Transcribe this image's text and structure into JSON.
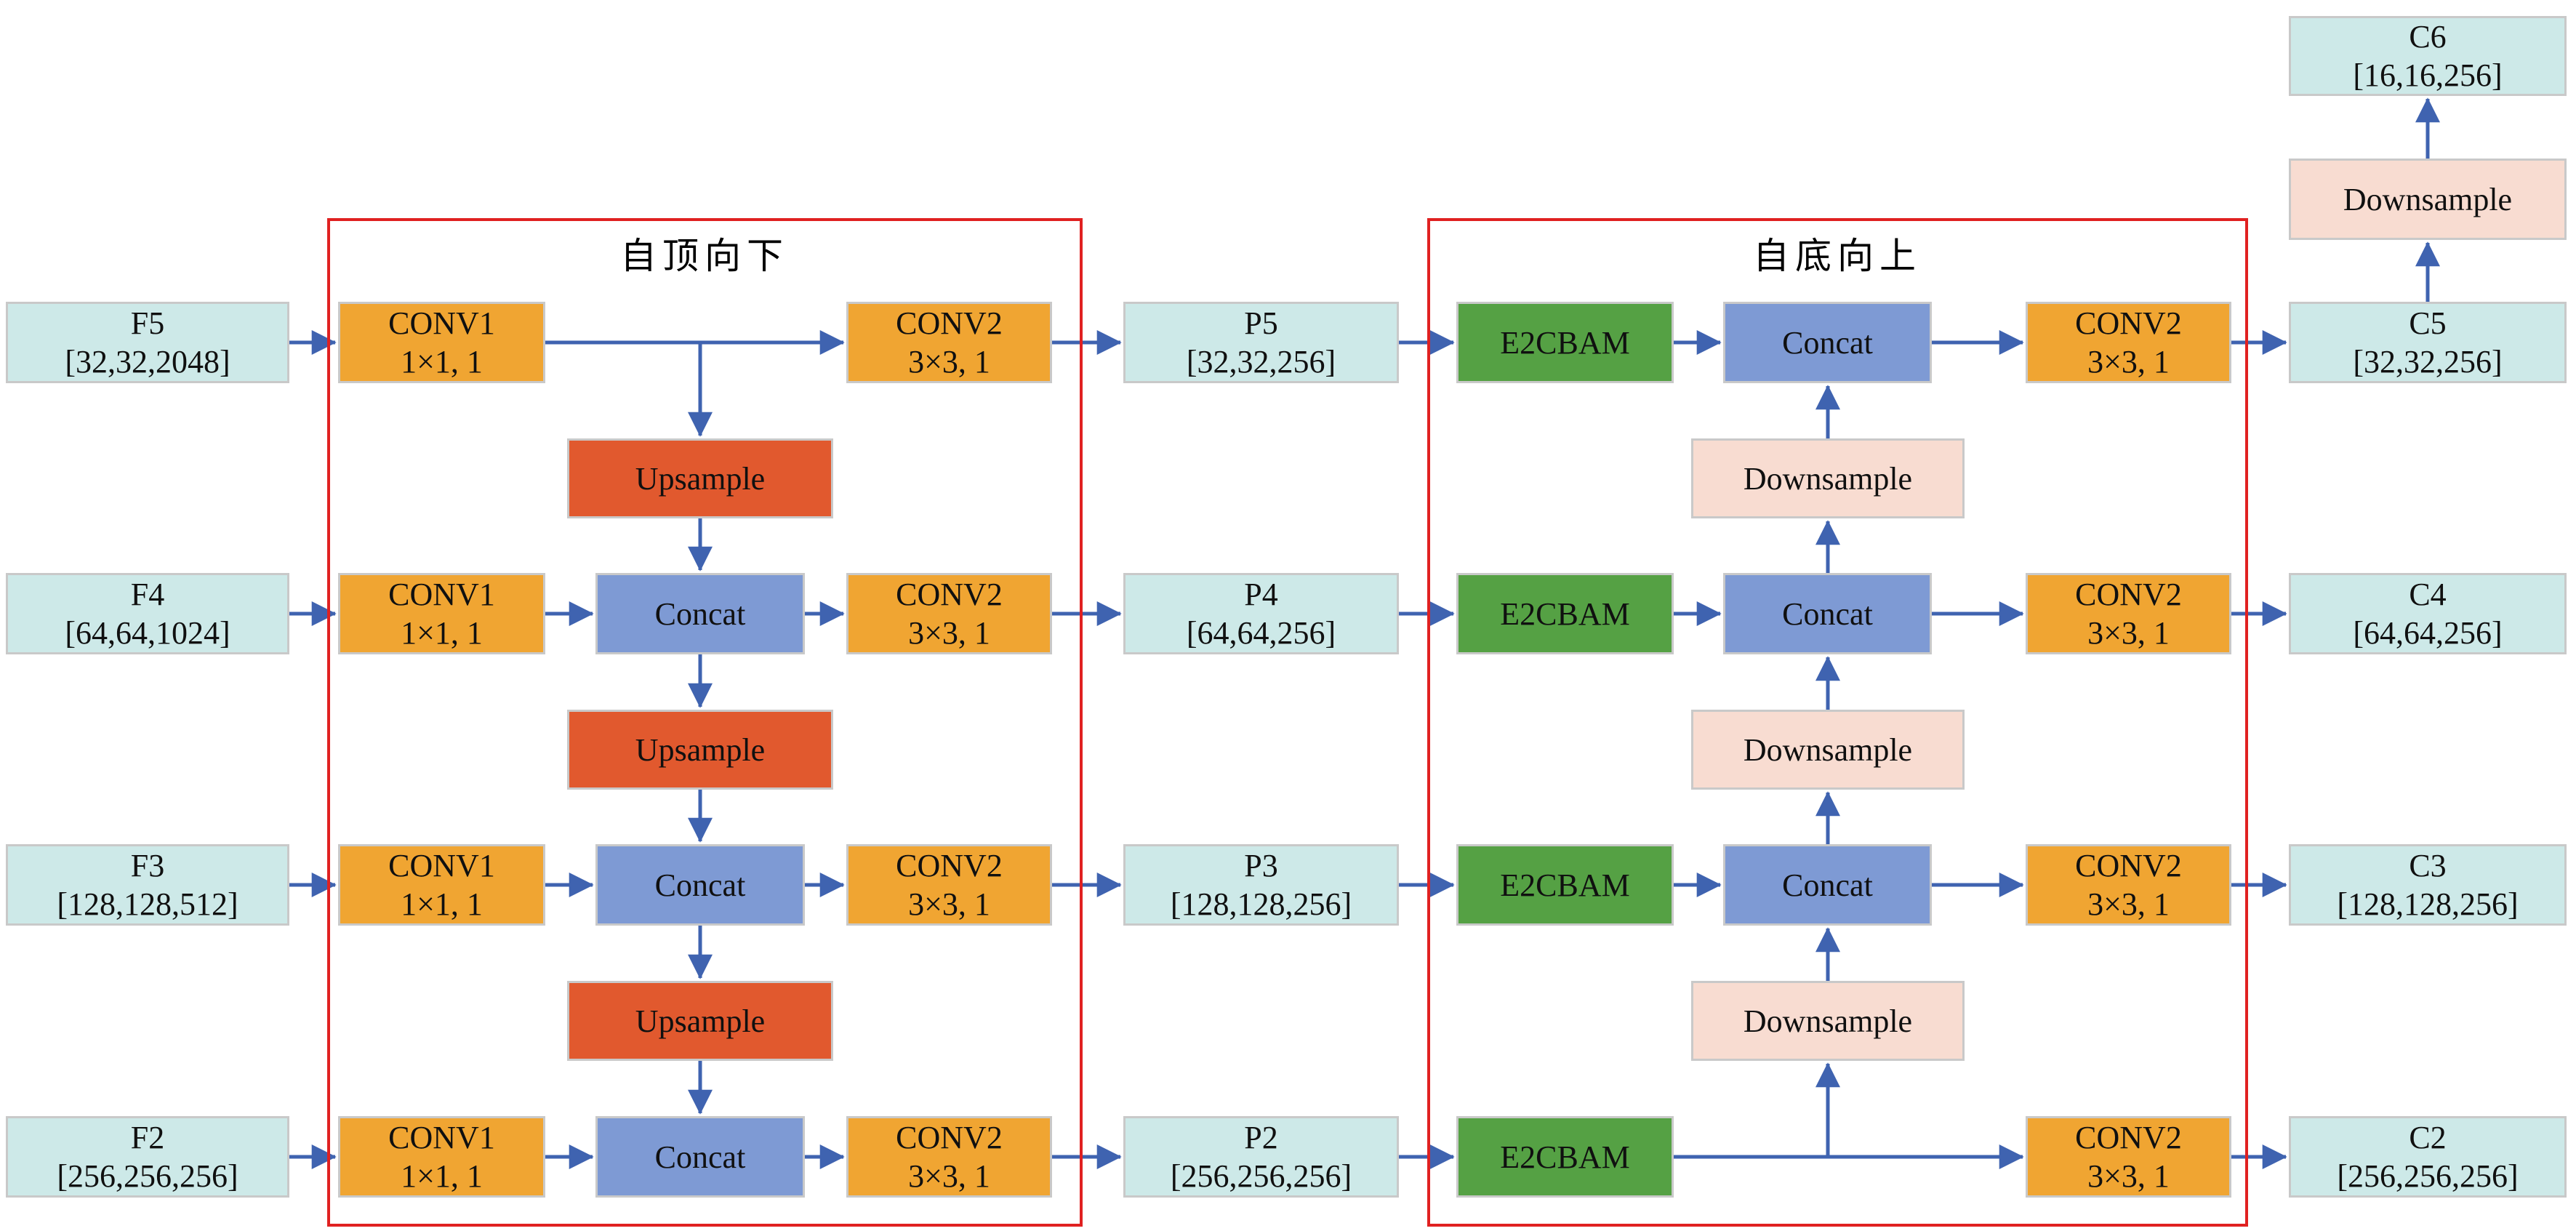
{
  "titles": {
    "left": "自顶向下",
    "right": "自底向上"
  },
  "labels": {
    "conv1_line1": "CONV1",
    "conv1_line2": "1×1, 1",
    "conv2_line1": "CONV2",
    "conv2_line2": "3×3, 1",
    "upsample": "Upsample",
    "downsample": "Downsample",
    "concat": "Concat",
    "e2cbam": "E2CBAM"
  },
  "features": {
    "f5": {
      "name": "F5",
      "shape": "[32,32,2048]"
    },
    "f4": {
      "name": "F4",
      "shape": "[64,64,1024]"
    },
    "f3": {
      "name": "F3",
      "shape": "[128,128,512]"
    },
    "f2": {
      "name": "F2",
      "shape": "[256,256,256]"
    },
    "p5": {
      "name": "P5",
      "shape": "[32,32,256]"
    },
    "p4": {
      "name": "P4",
      "shape": "[64,64,256]"
    },
    "p3": {
      "name": "P3",
      "shape": "[128,128,256]"
    },
    "p2": {
      "name": "P2",
      "shape": "[256,256,256]"
    },
    "c6": {
      "name": "C6",
      "shape": "[16,16,256]"
    },
    "c5": {
      "name": "C5",
      "shape": "[32,32,256]"
    },
    "c4": {
      "name": "C4",
      "shape": "[64,64,256]"
    },
    "c3": {
      "name": "C3",
      "shape": "[128,128,256]"
    },
    "c2": {
      "name": "C2",
      "shape": "[256,256,256]"
    }
  },
  "colors": {
    "feature_fill": "#cde9e8",
    "conv_fill": "#f0a532",
    "upsample_fill": "#e1592e",
    "concat_fill": "#7e9ad4",
    "e2cbam_fill": "#55a144",
    "downsample_fill": "#f8dcd1",
    "arrow": "#3f63b0",
    "region_border": "#e02121",
    "box_border": "#c9c9c9"
  }
}
